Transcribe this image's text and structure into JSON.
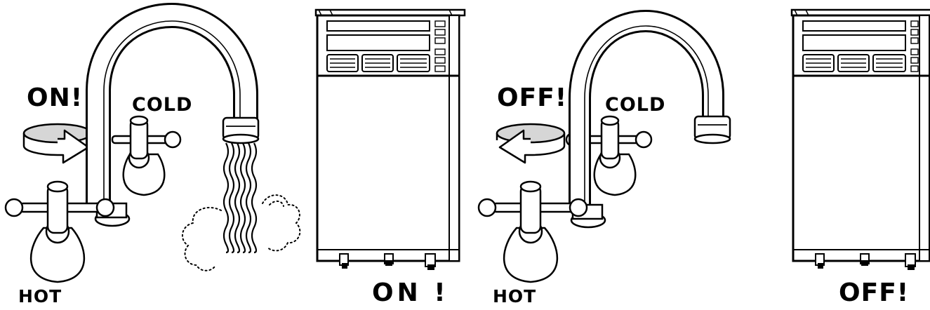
{
  "on_panel": {
    "action_label": "ON!",
    "cold_label": "COLD",
    "hot_label": "HOT",
    "heater_state_label": "ON !"
  },
  "off_panel": {
    "action_label": "OFF!",
    "cold_label": "COLD",
    "hot_label": "HOT",
    "heater_state_label": "OFF!"
  },
  "colors": {
    "line": "#000000",
    "fill": "#ffffff",
    "arrow_shade": "#d6d6d6"
  }
}
